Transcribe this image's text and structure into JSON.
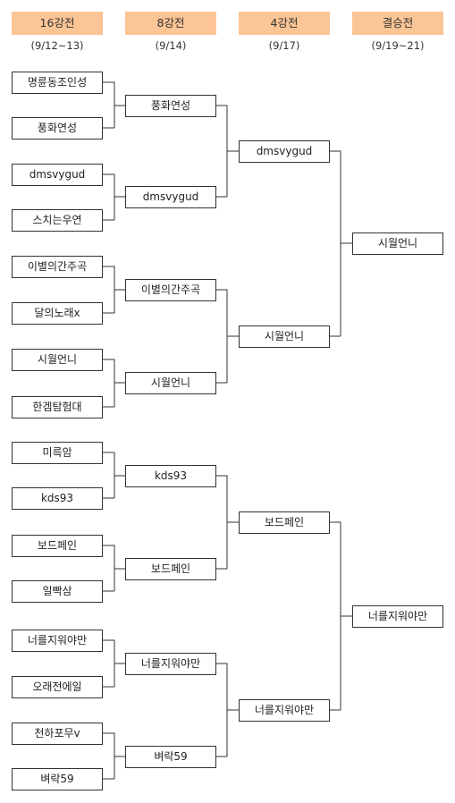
{
  "rounds": [
    {
      "label": "16강전",
      "date": "(9/12~13)"
    },
    {
      "label": "8강전",
      "date": "(9/14)"
    },
    {
      "label": "4강전",
      "date": "(9/17)"
    },
    {
      "label": "결승전",
      "date": "(9/19~21)"
    }
  ],
  "round_of_16": [
    "명륜동조인성",
    "풍화연성",
    "dmsvygud",
    "스치는우연",
    "이별의간주곡",
    "달의노래x",
    "시월언니",
    "한겜탐험대",
    "미륵암",
    "kds93",
    "보드페인",
    "일빡삼",
    "너를지워야만",
    "오래전에일",
    "천하포무v",
    "벼락59"
  ],
  "quarterfinal": [
    "풍화연성",
    "dmsvygud",
    "이별의간주곡",
    "시월언니",
    "kds93",
    "보드페인",
    "너를지워야만",
    "벼락59"
  ],
  "semifinal": [
    "dmsvygud",
    "시월언니",
    "보드페인",
    "너를지워야만"
  ],
  "final": [
    "시월언니",
    "너를지워야만"
  ]
}
